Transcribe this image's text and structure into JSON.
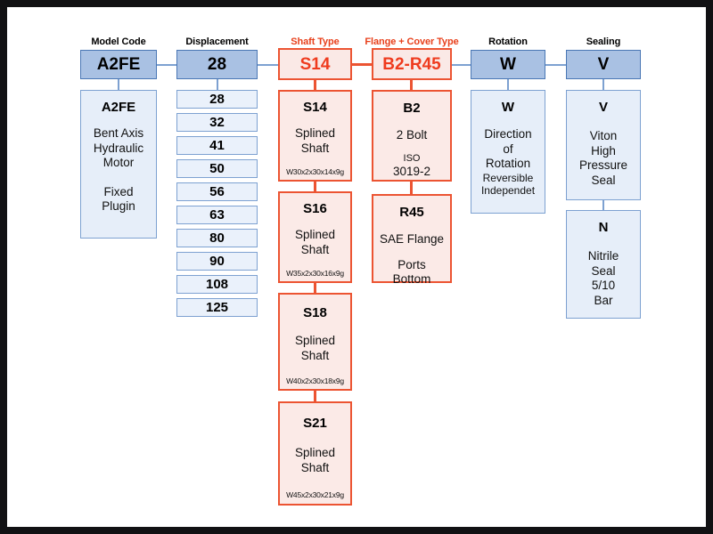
{
  "diagram": {
    "title_bar_colors": {
      "blue_header_fill": "#a9c1e3",
      "blue_header_border": "#4a77b5",
      "blue_body_fill": "#e6eef9",
      "blue_body_border": "#7da1d1",
      "red_fill": "#fae9e6",
      "red_border": "#ec5432",
      "red_text": "#ef3b1e",
      "frame": "#111113"
    },
    "columns": [
      {
        "id": "model-code",
        "title": "Model Code",
        "title_color": "blue",
        "header_code": "A2FE",
        "options": [
          {
            "code": "A2FE",
            "lines": [
              "Bent Axis",
              "Hydraulic",
              "Motor",
              "",
              "Fixed",
              "Plugin"
            ]
          }
        ]
      },
      {
        "id": "displacement",
        "title": "Displacement",
        "title_color": "blue",
        "header_code": "28",
        "values": [
          "28",
          "32",
          "41",
          "50",
          "56",
          "63",
          "80",
          "90",
          "108",
          "125"
        ]
      },
      {
        "id": "shaft-type",
        "title": "Shaft Type",
        "title_color": "red",
        "header_code": "S14",
        "options": [
          {
            "code": "S14",
            "lines": [
              "Splined",
              "Shaft"
            ],
            "spec": "W30x2x30x14x9g"
          },
          {
            "code": "S16",
            "lines": [
              "Splined",
              "Shaft"
            ],
            "spec": "W35x2x30x16x9g"
          },
          {
            "code": "S18",
            "lines": [
              "Splined",
              "Shaft"
            ],
            "spec": "W40x2x30x18x9g"
          },
          {
            "code": "S21",
            "lines": [
              "Splined",
              "Shaft"
            ],
            "spec": "W45x2x30x21x9g"
          }
        ]
      },
      {
        "id": "flange-cover-type",
        "title": "Flange + Cover Type",
        "title_color": "red",
        "header_code": "B2-R45",
        "options": [
          {
            "code": "B2",
            "lines": [
              "2 Bolt"
            ],
            "iso1": "ISO",
            "iso2": "3019-2"
          },
          {
            "code": "R45",
            "lines": [
              "SAE Flange",
              "",
              "Ports",
              "Bottom"
            ]
          }
        ]
      },
      {
        "id": "rotation",
        "title": "Rotation",
        "title_color": "blue",
        "header_code": "W",
        "options": [
          {
            "code": "W",
            "lines": [
              "Direction",
              "of",
              "Rotation"
            ],
            "small_lines": [
              "Reversible",
              "Independet"
            ]
          }
        ]
      },
      {
        "id": "sealing",
        "title": "Sealing",
        "title_color": "blue",
        "header_code": "V",
        "options": [
          {
            "code": "V",
            "lines": [
              "Viton",
              "High",
              "Pressure",
              "Seal"
            ]
          },
          {
            "code": "N",
            "lines": [
              "Nitrile",
              "Seal",
              "5/10",
              "Bar"
            ]
          }
        ]
      }
    ]
  }
}
